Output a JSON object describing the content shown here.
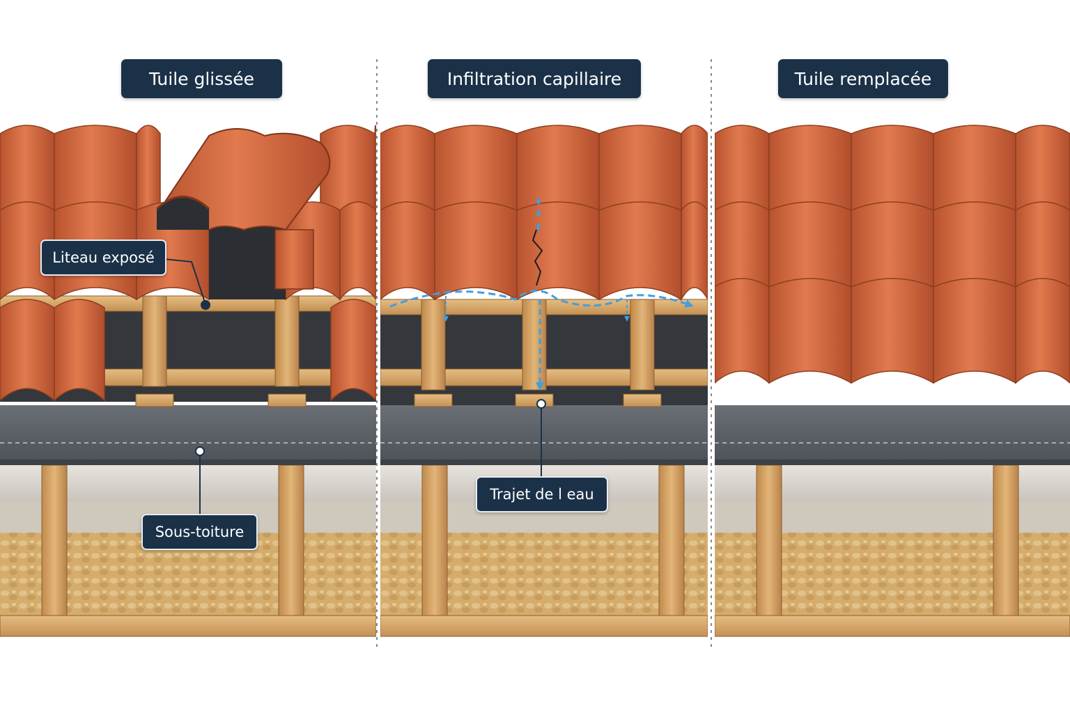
{
  "panels": [
    {
      "title": "Tuile glissée"
    },
    {
      "title": "Infiltration capillaire"
    },
    {
      "title": "Tuile remplacée"
    }
  ],
  "callouts": {
    "exposed_batten": "Liteau exposé",
    "underlay": "Sous-toiture",
    "water_path": "Trajet de l eau"
  },
  "colors": {
    "tile": "#d2673f",
    "tile_shadow": "#a84a2a",
    "batten": "#d8a766",
    "underlay": "#555a60",
    "insulation": "#d7b475",
    "water": "#3f9fe0",
    "label_bg": "#1b3147"
  }
}
